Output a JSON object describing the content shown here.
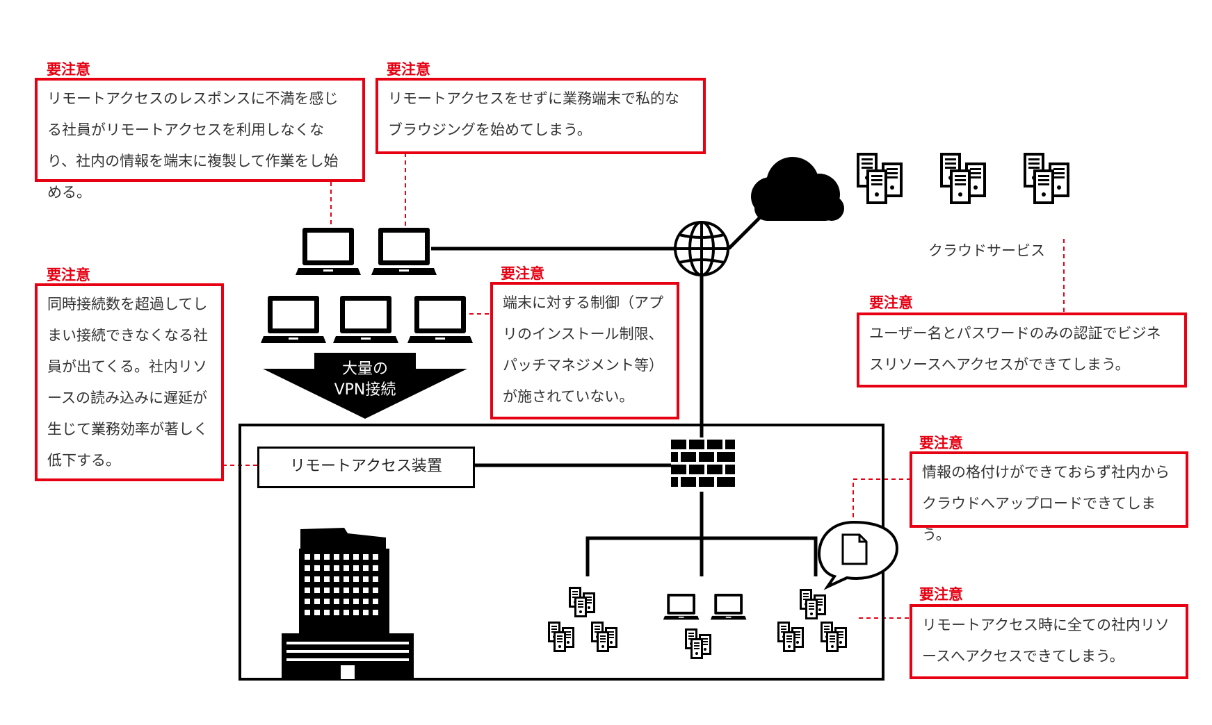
{
  "caution_label": "要注意",
  "callouts": {
    "response": "リモートアクセスのレスポンスに不満を感じる社員がリモートアクセスを利用しなくなり、社内の情報を端末に複製して作業をし始める。",
    "browsing": "リモートアクセスをせずに業務端末で私的なブラウジングを始めてしまう。",
    "overload": "同時接続数を超過してしまい接続できなくなる社員が出てくる。社内リソースの読み込みに遅延が生じて業務効率が著しく低下する。",
    "device_control": "端末に対する制御（アプリのインストール制限、パッチマネジメント等）が施されていない。",
    "auth": "ユーザー名とパスワードのみの認証でビジネスリソースへアクセスができてしまう。",
    "upload": "情報の格付けができておらず社内からクラウドへアップロードできてしまう。",
    "all_resources": "リモートアクセス時に全ての社内リソースへアクセスできてしまう。"
  },
  "cloud_service_label": "クラウドサービス",
  "vpn_arrow": {
    "line1": "大量の",
    "line2": "VPN接続"
  },
  "remote_access_device": "リモートアクセス装置",
  "colors": {
    "accent": "#e60012",
    "line": "#000000"
  },
  "icons": [
    "laptop-icon",
    "globe-icon",
    "cloud-icon",
    "server-icon",
    "firewall-icon",
    "building-icon",
    "document-icon"
  ]
}
